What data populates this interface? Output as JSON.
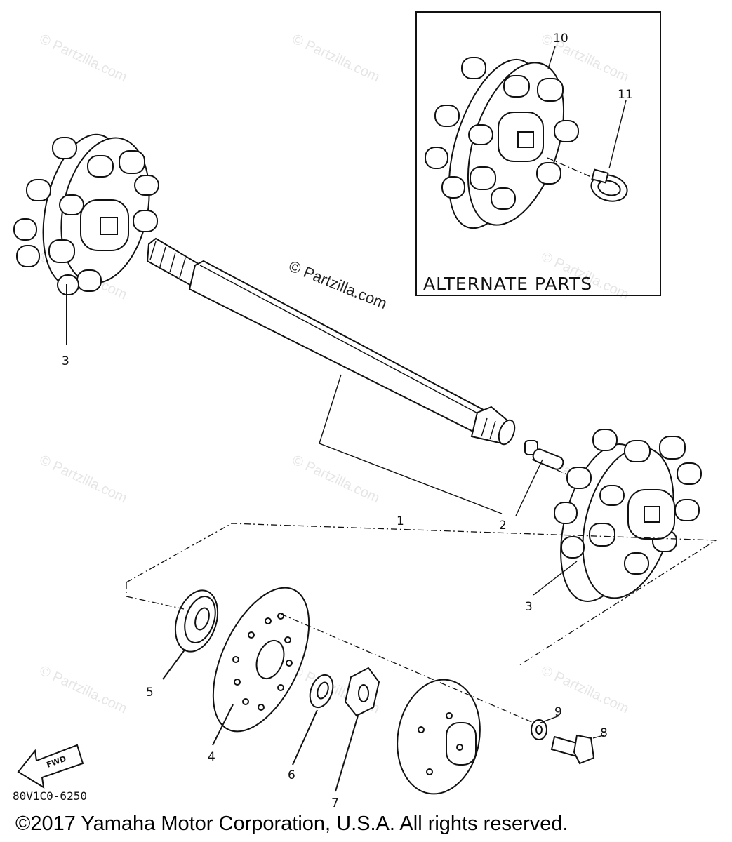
{
  "inset": {
    "title": "ALTERNATE PARTS"
  },
  "callouts": {
    "c1": "1",
    "c2": "2",
    "c3a": "3",
    "c3b": "3",
    "c4": "4",
    "c5": "5",
    "c6": "6",
    "c7": "7",
    "c8": "8",
    "c9": "9",
    "c10": "10",
    "c11": "11"
  },
  "watermark": {
    "center": "© Partzilla.com",
    "tile": "© Partzilla.com"
  },
  "fwd_label": "FWD",
  "diagram_code": "80V1C0-6250",
  "copyright": "©2017 Yamaha Motor Corporation, U.S.A. All rights reserved."
}
